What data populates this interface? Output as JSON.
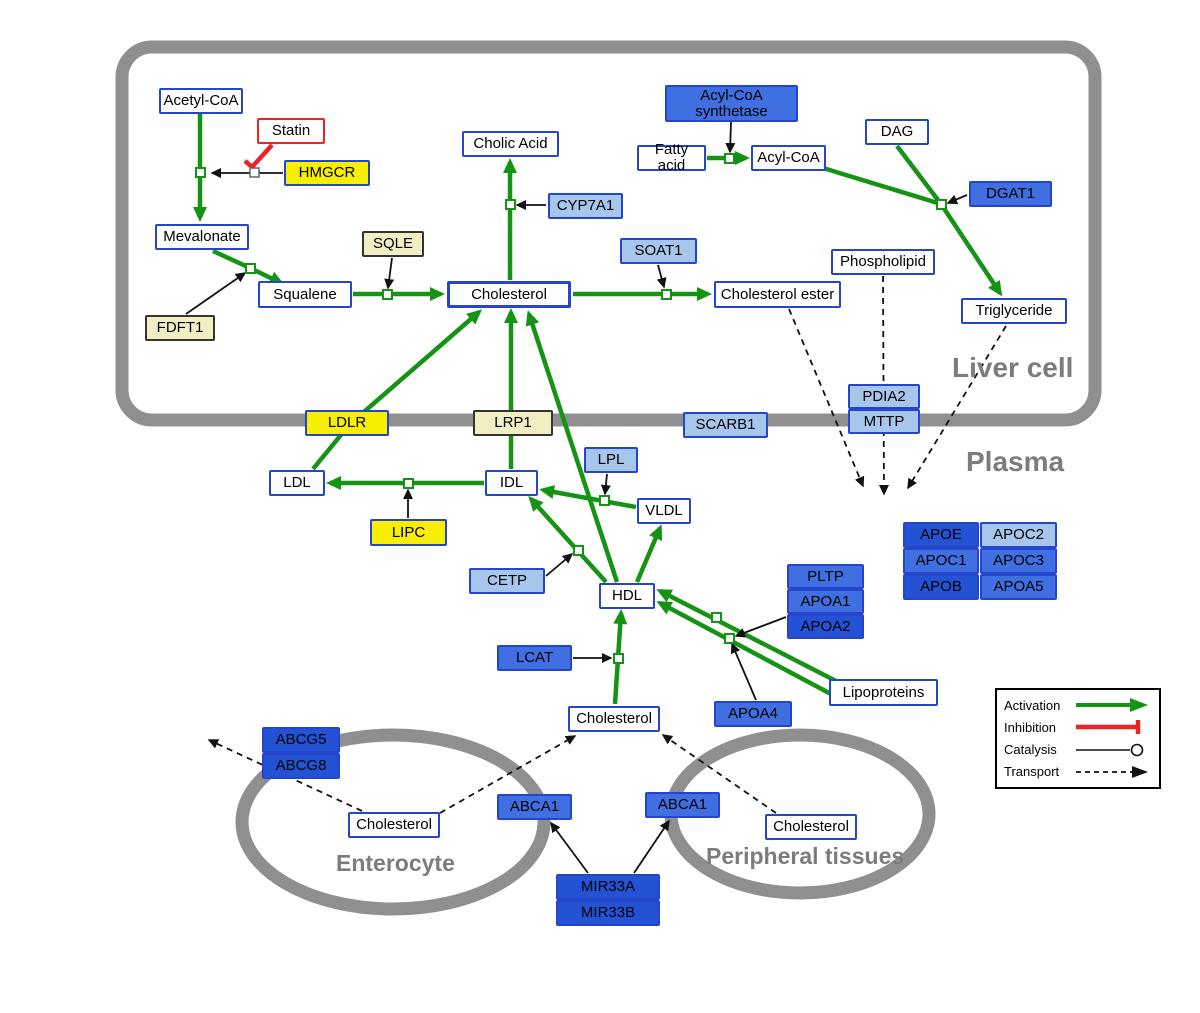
{
  "compartments": {
    "liver_cell": "Liver cell",
    "plasma": "Plasma",
    "enterocyte": "Enterocyte",
    "peripheral_tissues": "Peripheral tissues"
  },
  "nodes": {
    "acetyl_coa": "Acetyl-CoA",
    "statin": "Statin",
    "hmgcr": "HMGCR",
    "mevalonate": "Mevalonate",
    "sqle": "SQLE",
    "fdft1": "FDFT1",
    "squalene": "Squalene",
    "cholesterol_liver": "Cholesterol",
    "cholic_acid": "Cholic Acid",
    "cyp7a1": "CYP7A1",
    "soat1": "SOAT1",
    "cholesterol_ester": "Cholesterol ester",
    "acyl_coa_synthetase": "Acyl-CoA synthetase",
    "fatty_acid": "Fatty acid",
    "acyl_coa": "Acyl-CoA",
    "dag": "DAG",
    "dgat1": "DGAT1",
    "phospholipid": "Phospholipid",
    "triglyceride": "Triglyceride",
    "pdia2": "PDIA2",
    "mttp": "MTTP",
    "ldlr": "LDLR",
    "lrp1": "LRP1",
    "scarb1": "SCARB1",
    "ldl": "LDL",
    "idl": "IDL",
    "lpl": "LPL",
    "vldl": "VLDL",
    "lipc": "LIPC",
    "cetp": "CETP",
    "hdl": "HDL",
    "lcat": "LCAT",
    "pltp": "PLTP",
    "apoa1": "APOA1",
    "apoa2": "APOA2",
    "apoa4": "APOA4",
    "lipoproteins": "Lipoproteins",
    "apoe": "APOE",
    "apoc2": "APOC2",
    "apoc1": "APOC1",
    "apoc3": "APOC3",
    "apob": "APOB",
    "apoa5": "APOA5",
    "cholesterol_plasma": "Cholesterol",
    "abcg5": "ABCG5",
    "abcg8": "ABCG8",
    "cholesterol_enterocyte": "Cholesterol",
    "abca1_enterocyte": "ABCA1",
    "abca1_peripheral": "ABCA1",
    "cholesterol_peripheral": "Cholesterol",
    "mir33a": "MIR33A",
    "mir33b": "MIR33B"
  },
  "legend": {
    "activation": "Activation",
    "inhibition": "Inhibition",
    "catalysis": "Catalysis",
    "transport": "Transport"
  },
  "colors": {
    "activation_green": "#149314",
    "inhibition_red": "#ee2222",
    "metabolite_border_blue": "#2546cc",
    "gene_yellow": "#f7ee00",
    "gene_pale_yellow": "#f0eec2",
    "gene_light_blue": "#a6c6ec",
    "gene_blue": "#3f6fe0",
    "gene_dark_blue": "#2353d4",
    "membrane_gray": "#8f8f8f"
  },
  "edges": [
    {
      "from": "Acetyl-CoA",
      "to": "Mevalonate",
      "type": "activation",
      "catalyst": "HMGCR",
      "inhibitor": "Statin"
    },
    {
      "from": "Mevalonate",
      "to": "Squalene",
      "type": "activation",
      "catalyst": "FDFT1"
    },
    {
      "from": "Squalene",
      "to": "Cholesterol",
      "type": "activation",
      "catalyst": "SQLE"
    },
    {
      "from": "Cholesterol",
      "to": "Cholic Acid",
      "type": "activation",
      "catalyst": "CYP7A1"
    },
    {
      "from": "Cholesterol",
      "to": "Cholesterol ester",
      "type": "activation",
      "catalyst": "SOAT1"
    },
    {
      "from": "Fatty acid",
      "to": "Acyl-CoA",
      "type": "activation",
      "catalyst": "Acyl-CoA synthetase"
    },
    {
      "from": "Acyl-CoA + DAG",
      "to": "Triglyceride",
      "type": "activation",
      "catalyst": "DGAT1"
    },
    {
      "from": "LDL",
      "to": "Cholesterol",
      "type": "activation",
      "via": "LDLR"
    },
    {
      "from": "IDL",
      "to": "Cholesterol",
      "type": "activation",
      "via": "LRP1"
    },
    {
      "from": "HDL",
      "to": "Cholesterol",
      "type": "activation"
    },
    {
      "from": "IDL",
      "to": "LDL",
      "type": "activation",
      "catalyst": "LIPC"
    },
    {
      "from": "VLDL",
      "to": "IDL",
      "type": "activation",
      "catalyst": "LPL"
    },
    {
      "from": "HDL",
      "to": "IDL",
      "type": "activation",
      "catalyst": "CETP"
    },
    {
      "from": "HDL",
      "to": "VLDL",
      "type": "activation"
    },
    {
      "from": "Cholesterol",
      "to": "HDL",
      "type": "activation",
      "catalyst": "LCAT"
    },
    {
      "from": "Lipoproteins",
      "to": "HDL",
      "type": "activation",
      "catalysts": "APOA1, APOA2, APOA4"
    },
    {
      "from": "Cholesterol ester",
      "to": "Plasma",
      "type": "transport"
    },
    {
      "from": "Phospholipid",
      "to": "Plasma",
      "type": "transport"
    },
    {
      "from": "Triglyceride",
      "to": "Plasma",
      "type": "transport"
    },
    {
      "from": "Cholesterol (enterocyte)",
      "to": "outside",
      "type": "transport",
      "via": "ABCG5/ABCG8"
    },
    {
      "from": "Cholesterol (enterocyte)",
      "to": "Cholesterol (plasma)",
      "type": "transport",
      "via": "ABCA1"
    },
    {
      "from": "Cholesterol (peripheral tissues)",
      "to": "Cholesterol (plasma)",
      "type": "transport",
      "via": "ABCA1"
    },
    {
      "from": "MIR33A/MIR33B",
      "to": "ABCA1 (enterocyte)",
      "type": "catalysis"
    },
    {
      "from": "MIR33A/MIR33B",
      "to": "ABCA1 (peripheral)",
      "type": "catalysis"
    }
  ]
}
